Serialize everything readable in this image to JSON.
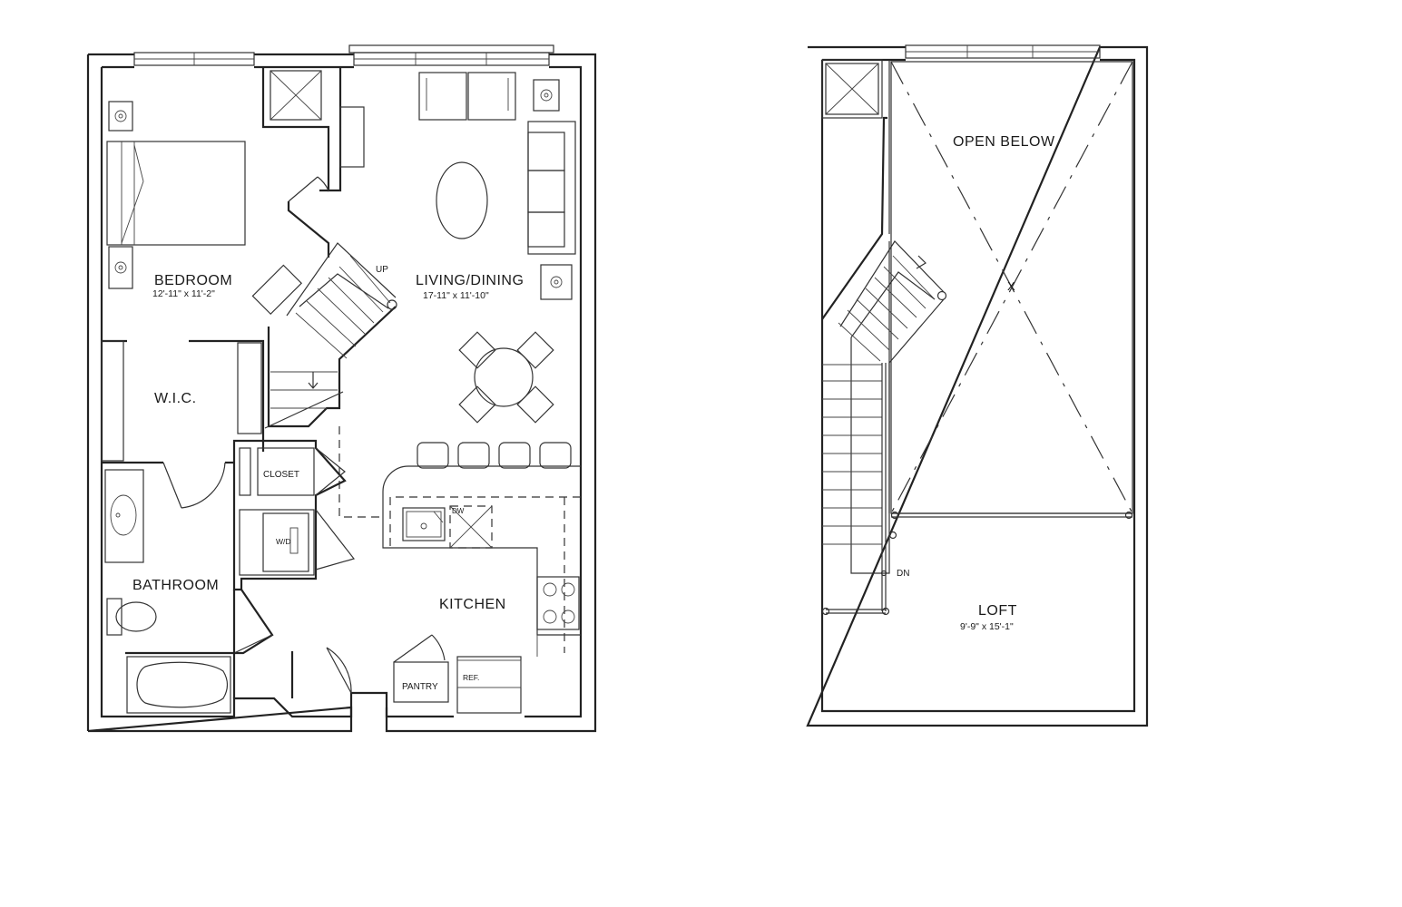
{
  "floor_1": {
    "bedroom": {
      "name": "BEDROOM",
      "dims": "12'-11\" x 11'-2\""
    },
    "living": {
      "name": "LIVING/DINING",
      "dims": "17-11\" x 11'-10\""
    },
    "wic": "W.I.C.",
    "closet": "CLOSET",
    "wd": "W/D",
    "bathroom": "BATHROOM",
    "kitchen": "KITCHEN",
    "pantry": "PANTRY",
    "ref": "REF.",
    "dw": "DW",
    "stair_up": "UP"
  },
  "floor_2": {
    "open_below": "OPEN BELOW",
    "open_below_mark": "X",
    "loft": {
      "name": "LOFT",
      "dims": "9'-9\" x 15'-1\""
    },
    "stair_down": "DN"
  }
}
